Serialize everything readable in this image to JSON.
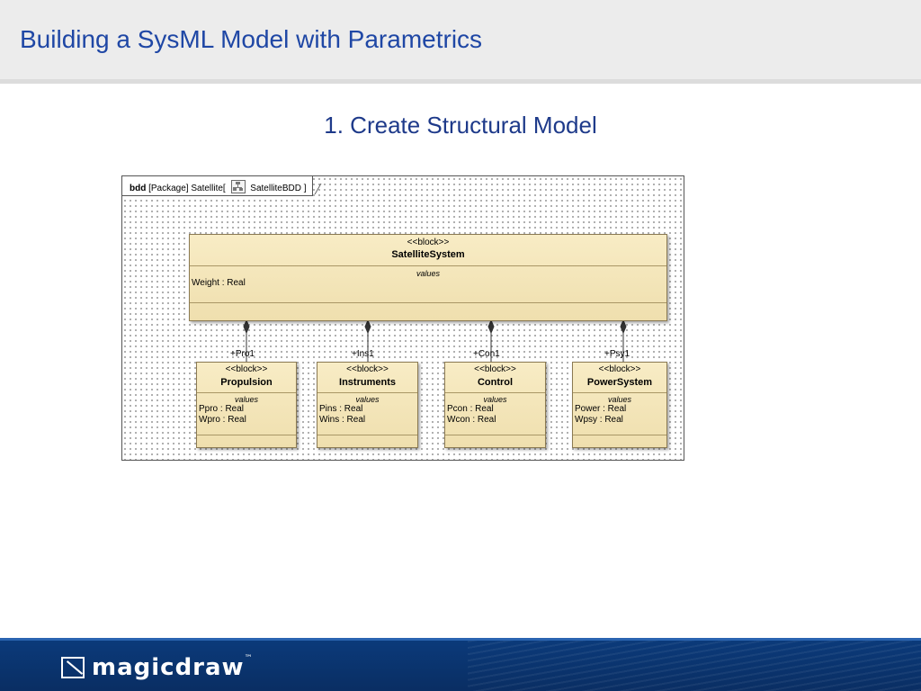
{
  "slide": {
    "title": "Building a SysML Model with Parametrics",
    "subtitle": "1.  Create Structural Model"
  },
  "diagram": {
    "frame_kind": "bdd",
    "frame_text_before_icon": "[Package] Satellite[",
    "frame_text_after_icon": "SatelliteBDD ]",
    "system": {
      "stereotype": "<<block>>",
      "name": "SatelliteSystem",
      "values_label": "values",
      "attributes": [
        "Weight : Real"
      ]
    },
    "parts": [
      {
        "role": "+Pro1",
        "stereotype": "<<block>>",
        "name": "Propulsion",
        "values_label": "values",
        "attributes": [
          "Ppro : Real",
          "Wpro : Real"
        ]
      },
      {
        "role": "+Ins1",
        "stereotype": "<<block>>",
        "name": "Instruments",
        "values_label": "values",
        "attributes": [
          "Pins : Real",
          "Wins : Real"
        ]
      },
      {
        "role": "+Con1",
        "stereotype": "<<block>>",
        "name": "Control",
        "values_label": "values",
        "attributes": [
          "Pcon : Real",
          "Wcon : Real"
        ]
      },
      {
        "role": "+Psy1",
        "stereotype": "<<block>>",
        "name": "PowerSystem",
        "values_label": "values",
        "attributes": [
          "Power : Real",
          "Wpsy : Real"
        ]
      }
    ]
  },
  "footer": {
    "logo_text": "magicdraw",
    "logo_tm": "™"
  }
}
